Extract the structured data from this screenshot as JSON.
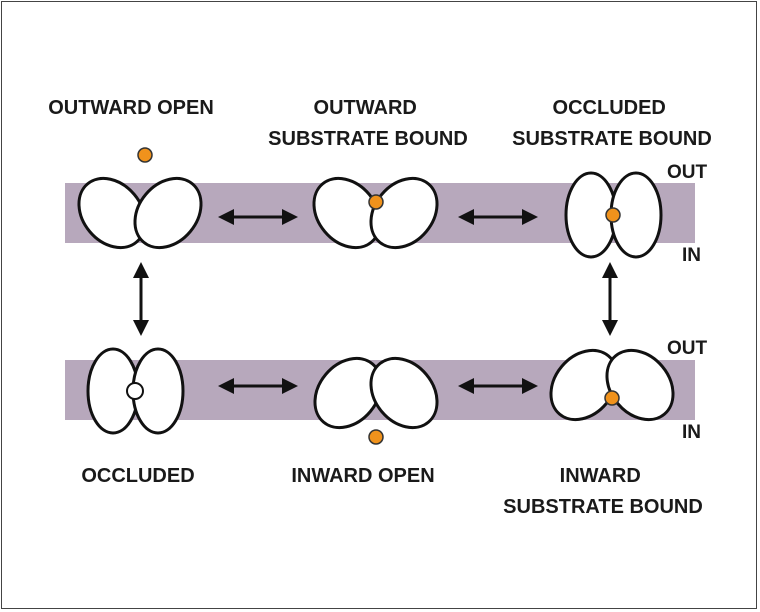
{
  "states": {
    "outward_open": [
      "OUTWARD OPEN"
    ],
    "outward_substrate_bound": [
      "OUTWARD",
      "SUBSTRATE BOUND"
    ],
    "occluded_substrate_bound": [
      "OCCLUDED",
      "SUBSTRATE BOUND"
    ],
    "occluded": [
      "OCCLUDED"
    ],
    "inward_open": [
      "INWARD OPEN"
    ],
    "inward_substrate_bound": [
      "INWARD",
      "SUBSTRATE BOUND"
    ]
  },
  "sides": {
    "top_out": "OUT",
    "top_in": "IN",
    "bottom_out": "OUT",
    "bottom_in": "IN"
  },
  "colors": {
    "membrane": "#b7a8bc",
    "substrate": "#f0921c"
  }
}
